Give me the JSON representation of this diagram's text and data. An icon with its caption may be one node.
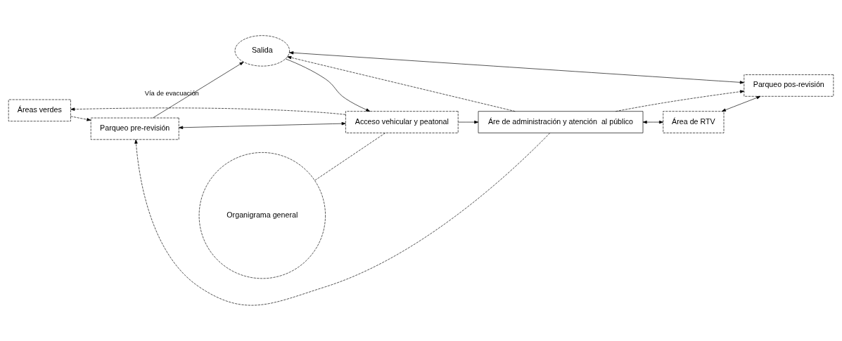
{
  "diagram": {
    "nodes": [
      {
        "text": [
          "Áreas verdes"
        ]
      },
      {
        "text": [
          "Parqueo pre-revisión"
        ]
      },
      {
        "text": [
          "Organigrama general"
        ]
      },
      {
        "text": [
          "Acceso vehicular y peatonal"
        ]
      },
      {
        "text": [
          "Áre de administración y atención  al público"
        ]
      },
      {
        "text": [
          "Área de RTV"
        ]
      },
      {
        "text": [
          "Salida"
        ]
      },
      {
        "text": [
          "Parqueo pos-revisión"
        ]
      }
    ],
    "edges": [
      {
        "from": 2,
        "to": 3,
        "arrow": "none",
        "style": "dashed"
      },
      {
        "from": 3,
        "to": 0,
        "arrow": "to",
        "style": "dashed"
      },
      {
        "from": 0,
        "to": 1,
        "arrow": "to",
        "style": "dashed"
      },
      {
        "from": 3,
        "to": 1,
        "arrow": "both"
      },
      {
        "from": 3,
        "to": 4,
        "arrow": "to"
      },
      {
        "from": 4,
        "to": 1,
        "arrow": "to",
        "style": "dashed"
      },
      {
        "from": 4,
        "to": 5,
        "arrow": "both"
      },
      {
        "from": 5,
        "to": 7,
        "arrow": "both"
      },
      {
        "from": 4,
        "to": 6,
        "arrow": "to",
        "style": "dashed"
      },
      {
        "from": 4,
        "to": 7,
        "arrow": "to",
        "style": "dashed"
      },
      {
        "from": 6,
        "to": 7,
        "arrow": "both"
      },
      {
        "from": 6,
        "to": 3,
        "arrow": "to"
      },
      {
        "from": 1,
        "to": 6,
        "arrow": "to",
        "label": "Vía de evacuación"
      }
    ]
  }
}
